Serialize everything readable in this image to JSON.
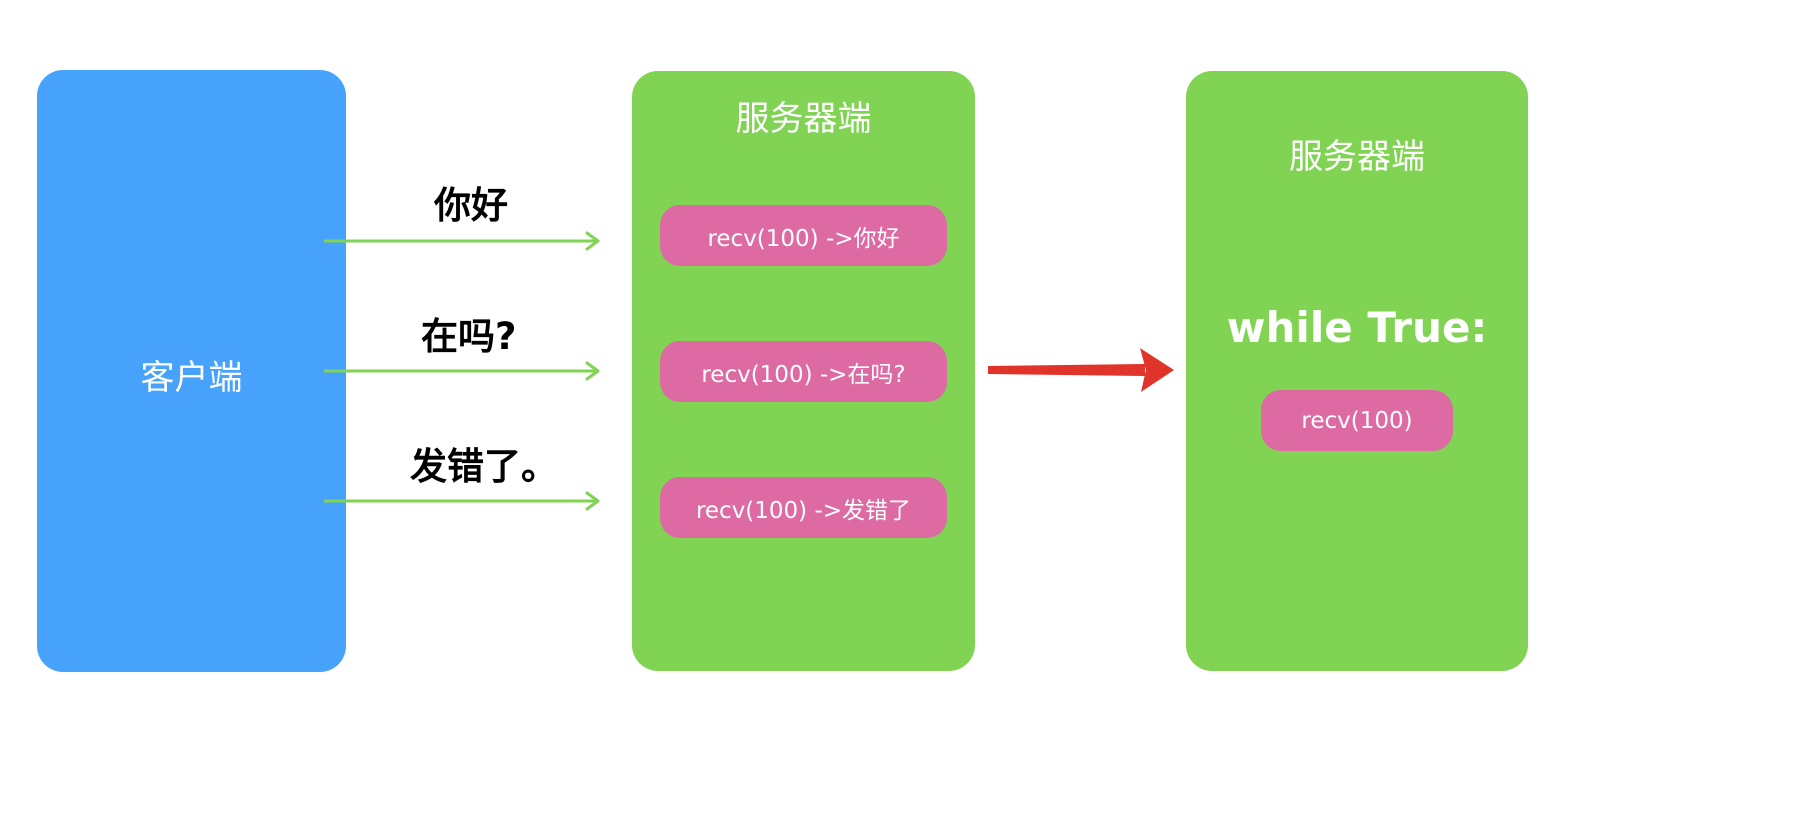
{
  "client": {
    "title": "客户端"
  },
  "messages": [
    {
      "text": "你好"
    },
    {
      "text": "在吗?"
    },
    {
      "text": "发错了。"
    }
  ],
  "server_left": {
    "title": "服务器端",
    "calls": [
      "recv(100) ->你好",
      "recv(100) ->在吗?",
      "recv(100) ->发错了"
    ]
  },
  "server_right": {
    "title": "服务器端",
    "loop": "while True:",
    "call": "recv(100)"
  },
  "colors": {
    "client_box": "#46a2fa",
    "server_box": "#81d353",
    "call_pill": "#de6aa4",
    "message_arrow": "#81d353",
    "transition_arrow": "#e0332a"
  }
}
